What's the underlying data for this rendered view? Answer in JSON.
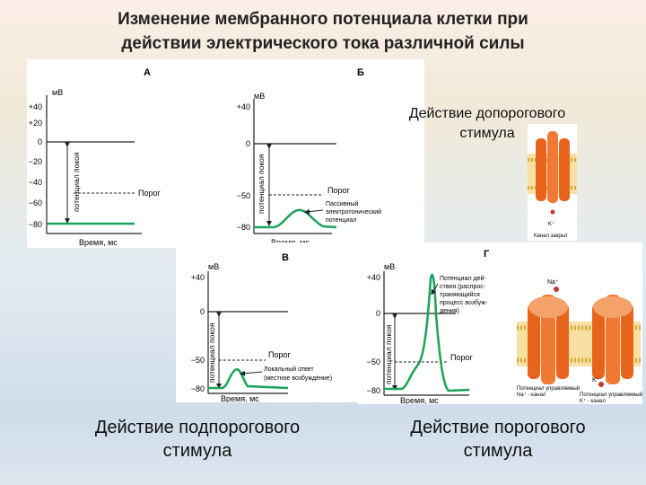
{
  "title": {
    "line1": "Изменение мембранного потенциала клетки  при",
    "line2": "действии электрического тока различной силы"
  },
  "captions": {
    "subthreshold_top": "Действие допорогового",
    "subthreshold_top_2": "стимула",
    "subthreshold_bottom": "Действие подпорогового",
    "subthreshold_bottom_2": "стимула",
    "threshold": "Действие порогового",
    "threshold_2": "стимула"
  },
  "graphs": {
    "A": {
      "letter": "А",
      "unit": "мВ",
      "ticks": [
        "+40",
        "+20",
        "0",
        "−20",
        "−40",
        "−60",
        "−80"
      ],
      "rest_label": "потенциал покоя",
      "threshold_label": "Порог",
      "time_label": "Время, мс"
    },
    "B": {
      "letter": "Б",
      "unit": "мВ",
      "ticks": [
        "+40",
        "0",
        "−50",
        "−80"
      ],
      "rest_label": "потенциал покоя",
      "threshold_label": "Порог",
      "annotation": [
        "Пассивный",
        "электротонический",
        "потенциал"
      ],
      "time_label": "Время, мс"
    },
    "V": {
      "letter": "В",
      "unit": "мВ",
      "ticks": [
        "+40",
        "0",
        "−50",
        "−80"
      ],
      "rest_label": "потенциал покоя",
      "threshold_label": "Порог",
      "annotation": [
        "Локальный ответ",
        "(местное возбуждение)"
      ],
      "time_label": "Время, мс"
    },
    "G": {
      "letter": "Г",
      "unit": "мВ",
      "ticks": [
        "+40",
        "0",
        "−50",
        "−80"
      ],
      "rest_label": "потенциал покоя",
      "threshold_label": "Порог",
      "annotation": [
        "Потенциал дей-",
        "ствия (распрос-",
        "траняющийся",
        "процесс возбуж-",
        "дения)"
      ],
      "time_label": "Время, мс"
    }
  },
  "channels": {
    "small_label": "Канал закрыт",
    "na_ion": "Na⁺",
    "k_ion": "K⁺",
    "big_label_1": "Потенциал управляемый",
    "big_label_2": "Na⁺ - канал",
    "big_label_3": "Потенциал управляемый",
    "big_label_4": "K⁺ - канал"
  },
  "colors": {
    "trace": "#1aa35a",
    "protein": "#e8631c",
    "protein_light": "#f4a16a"
  }
}
